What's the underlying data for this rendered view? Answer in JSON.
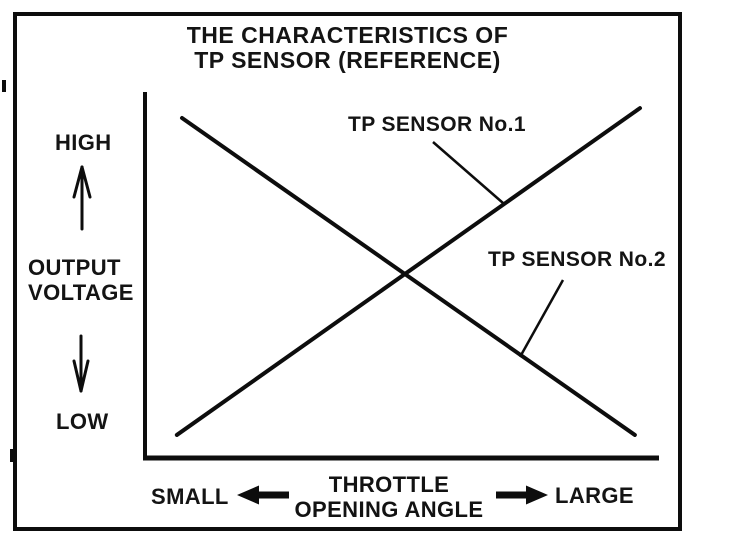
{
  "figure": {
    "title": {
      "line1": "THE CHARACTERISTICS OF",
      "line2": "TP SENSOR (REFERENCE)"
    },
    "y_axis": {
      "high_label": "HIGH",
      "name_line1": "OUTPUT",
      "name_line2": "VOLTAGE",
      "low_label": "LOW"
    },
    "x_axis": {
      "small_label": "SMALL",
      "name_line1": "THROTTLE",
      "name_line2": "OPENING ANGLE",
      "large_label": "LARGE"
    },
    "colors": {
      "ink": "#0d0d0d",
      "paper": "#ffffff"
    }
  },
  "chart_data": {
    "type": "line",
    "title": "THE CHARACTERISTICS OF TP SENSOR (REFERENCE)",
    "xlabel": "THROTTLE OPENING ANGLE",
    "ylabel": "OUTPUT VOLTAGE",
    "x_axis_type": "qualitative",
    "y_axis_type": "qualitative",
    "x_endpoint_labels": [
      "SMALL",
      "LARGE"
    ],
    "y_endpoint_labels": [
      "LOW",
      "HIGH"
    ],
    "grid": false,
    "legend_position": "inline-annotations",
    "series": [
      {
        "name": "TP SENSOR No.1",
        "relationship": "increasing",
        "x_norm": [
          0.062,
          0.963
        ],
        "y_norm": [
          0.063,
          0.956
        ]
      },
      {
        "name": "TP SENSOR No.2",
        "relationship": "decreasing",
        "x_norm": [
          0.072,
          0.953
        ],
        "y_norm": [
          0.929,
          0.063
        ]
      }
    ],
    "crossover_norm": {
      "x": 0.506,
      "y": 0.503
    }
  }
}
